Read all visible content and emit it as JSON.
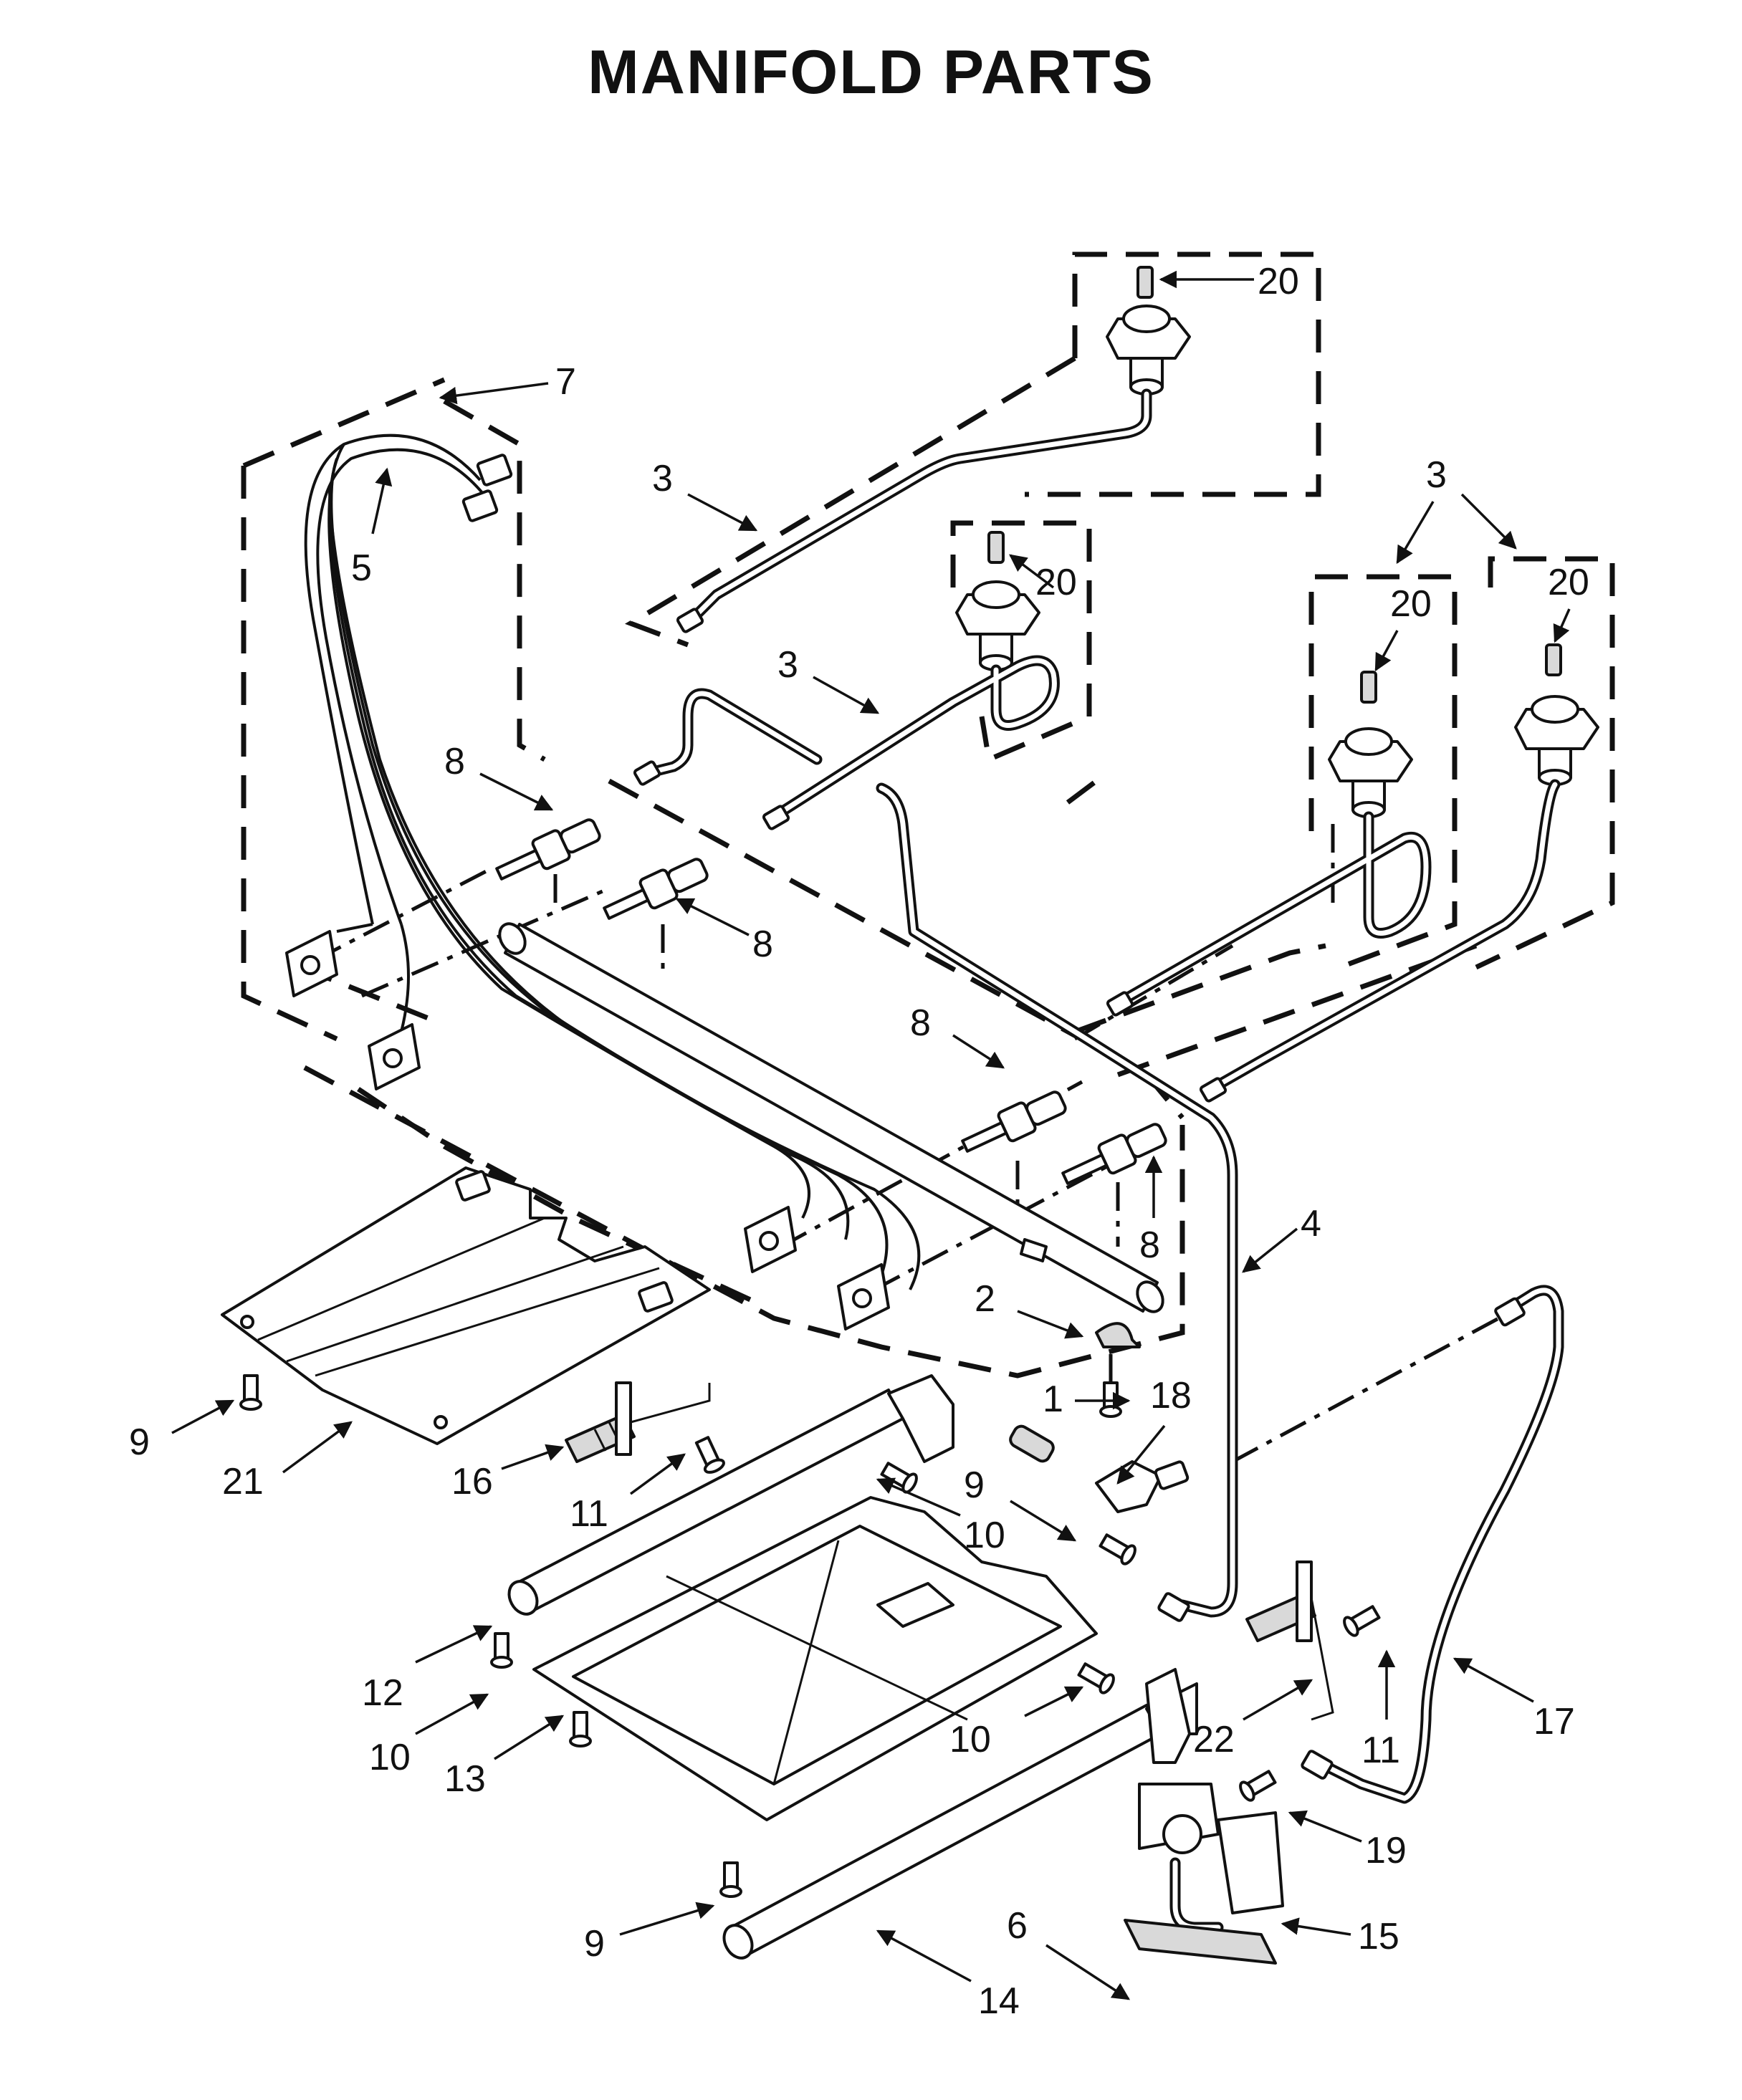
{
  "title": "MANIFOLD PARTS",
  "callouts": [
    {
      "id": "c-20a",
      "text": "20"
    },
    {
      "id": "c-7",
      "text": "7"
    },
    {
      "id": "c-3a",
      "text": "3"
    },
    {
      "id": "c-5",
      "text": "5"
    },
    {
      "id": "c-20b",
      "text": "20"
    },
    {
      "id": "c-3b",
      "text": "3"
    },
    {
      "id": "c-3c",
      "text": "3"
    },
    {
      "id": "c-20c",
      "text": "20"
    },
    {
      "id": "c-20d",
      "text": "20"
    },
    {
      "id": "c-8a",
      "text": "8"
    },
    {
      "id": "c-8b",
      "text": "8"
    },
    {
      "id": "c-8c",
      "text": "8"
    },
    {
      "id": "c-8d",
      "text": "8"
    },
    {
      "id": "c-4",
      "text": "4"
    },
    {
      "id": "c-2",
      "text": "2"
    },
    {
      "id": "c-1",
      "text": "1"
    },
    {
      "id": "c-18",
      "text": "18"
    },
    {
      "id": "c-9a",
      "text": "9"
    },
    {
      "id": "c-21",
      "text": "21"
    },
    {
      "id": "c-16",
      "text": "16"
    },
    {
      "id": "c-11a",
      "text": "11"
    },
    {
      "id": "c-9b",
      "text": "9"
    },
    {
      "id": "c-10a",
      "text": "10"
    },
    {
      "id": "c-12",
      "text": "12"
    },
    {
      "id": "c-10b",
      "text": "10"
    },
    {
      "id": "c-13",
      "text": "13"
    },
    {
      "id": "c-10c",
      "text": "10"
    },
    {
      "id": "c-22",
      "text": "22"
    },
    {
      "id": "c-11b",
      "text": "11"
    },
    {
      "id": "c-17",
      "text": "17"
    },
    {
      "id": "c-19",
      "text": "19"
    },
    {
      "id": "c-9c",
      "text": "9"
    },
    {
      "id": "c-6",
      "text": "6"
    },
    {
      "id": "c-14",
      "text": "14"
    },
    {
      "id": "c-15",
      "text": "15"
    }
  ]
}
